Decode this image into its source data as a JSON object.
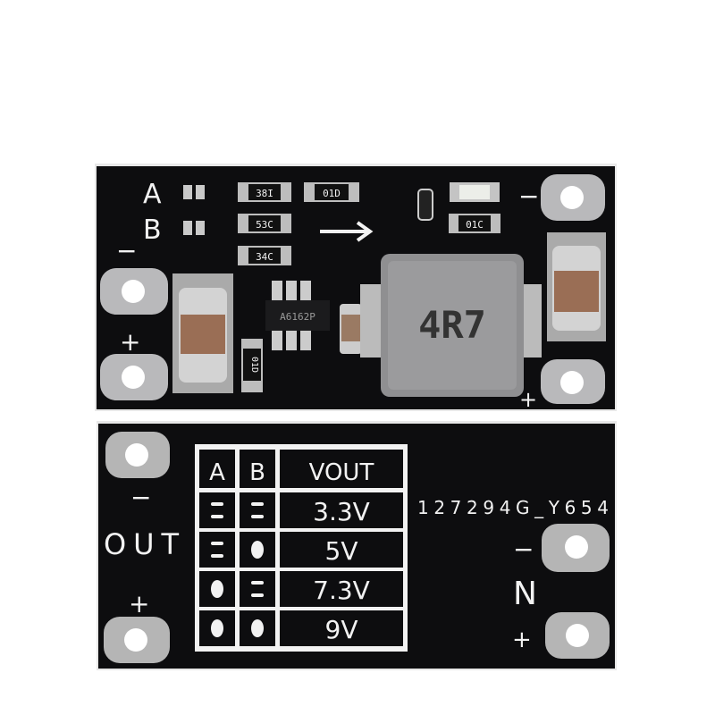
{
  "colors": {
    "pcb": "#0d0d0f",
    "silkscreen": "#f2f2f2",
    "pad": "#b9b9bb",
    "inductor": "#8f8f91",
    "ceramic": "#9a6e55"
  },
  "top_board": {
    "jumper_labels": [
      "A",
      "B"
    ],
    "resistors": [
      "38I",
      "01D",
      "53C",
      "34C",
      "01C",
      "01D"
    ],
    "ic_marking": "A6162P",
    "inductor_marking": "4R7",
    "polarity": {
      "left_minus": "−",
      "left_plus": "+",
      "right_minus": "−",
      "right_plus": "+"
    }
  },
  "bottom_board": {
    "table": {
      "headers": [
        "A",
        "B",
        "VOUT"
      ],
      "rows": [
        {
          "a": "open",
          "b": "open",
          "vout": "3.3V"
        },
        {
          "a": "open",
          "b": "closed",
          "vout": "5V"
        },
        {
          "a": "closed",
          "b": "open",
          "vout": "7.3V"
        },
        {
          "a": "closed",
          "b": "closed",
          "vout": "9V"
        }
      ]
    },
    "out_label": "OUT",
    "in_label": "N",
    "part_code": "127294G_Y654",
    "polarity": {
      "out_minus": "−",
      "out_plus": "+",
      "in_minus": "−",
      "in_plus": "+"
    }
  }
}
